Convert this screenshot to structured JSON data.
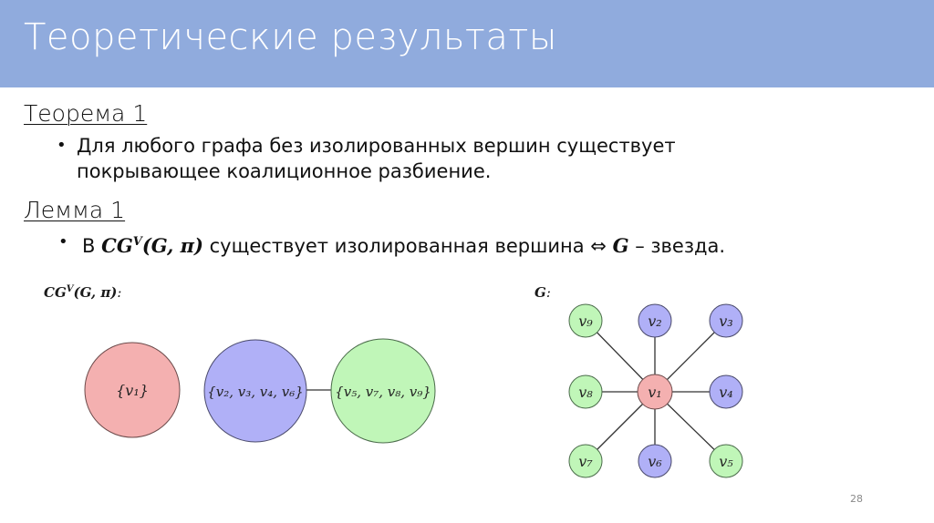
{
  "header": {
    "title": "Теоретические результаты",
    "background": "#90abdd"
  },
  "theorem": {
    "heading": "Теорема 1",
    "bullet_line1": "Для любого графа без изолированных вершин существует",
    "bullet_line2": "покрывающее коалиционное разбиение."
  },
  "lemma": {
    "heading": "Лемма 1",
    "bullet_prefix": "В",
    "math_cg": "CG",
    "math_sup": "V",
    "math_args": "(G, π)",
    "bullet_mid": "существует изолированная вершина",
    "iff_symbol": "⇔",
    "math_g": "G",
    "bullet_suffix": "– звезда."
  },
  "coalition_graph": {
    "label_main": "CG",
    "label_sup": "V",
    "label_args": "(G, π)",
    "label_colon": ":",
    "nodes": [
      {
        "label": "{v₁}",
        "color": "#f4b0b0"
      },
      {
        "label": "{v₂, v₃, v₄, v₆}",
        "color": "#b0b0f7"
      },
      {
        "label": "{v₅, v₇, v₈, v₉}",
        "color": "#c0f6b8"
      }
    ],
    "edges": [
      [
        "{v₂, v₃, v₄, v₆}",
        "{v₅, v₇, v₈, v₉}"
      ]
    ]
  },
  "star_graph": {
    "label": "G",
    "label_colon": ":",
    "center": {
      "label": "v₁",
      "color": "#f4b0b0"
    },
    "leaves": [
      {
        "label": "v₉",
        "color": "#c0f6b8"
      },
      {
        "label": "v₂",
        "color": "#b0b0f7"
      },
      {
        "label": "v₃",
        "color": "#b0b0f7"
      },
      {
        "label": "v₈",
        "color": "#c0f6b8"
      },
      {
        "label": "v₄",
        "color": "#b0b0f7"
      },
      {
        "label": "v₇",
        "color": "#c0f6b8"
      },
      {
        "label": "v₆",
        "color": "#b0b0f7"
      },
      {
        "label": "v₅",
        "color": "#c0f6b8"
      }
    ]
  },
  "footer": {
    "page_number": "28"
  }
}
